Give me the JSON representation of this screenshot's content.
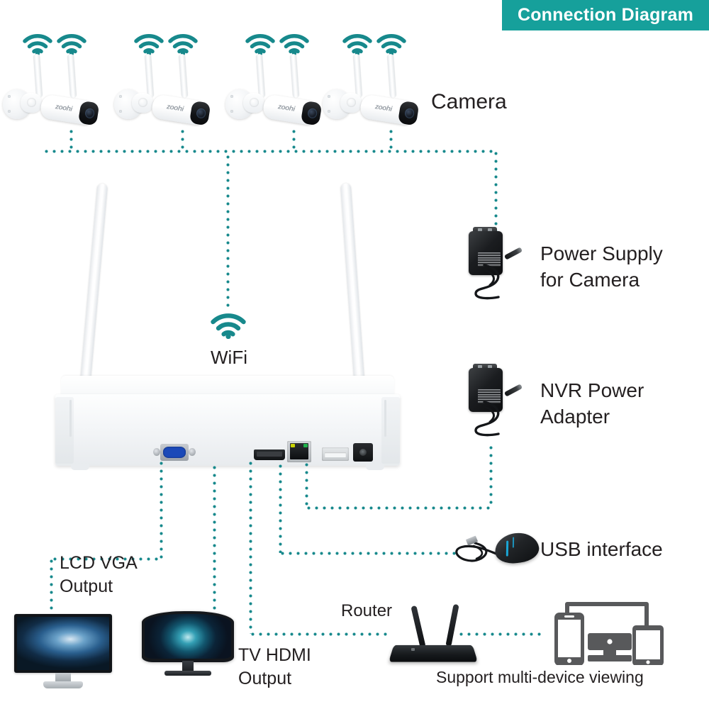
{
  "banner": {
    "title": "Connection Diagram",
    "background_color": "#16a09b",
    "text_color": "#ffffff"
  },
  "theme": {
    "accent_teal": "#17898c",
    "connector_color": "#17898c",
    "text_color": "#231f20",
    "page_background": "#ffffff"
  },
  "labels": {
    "camera": "Camera",
    "power_supply_camera": "Power Supply\nfor Camera",
    "nvr_power_adapter": "NVR Power\nAdapter",
    "usb_interface": "USB interface",
    "wifi": "WiFi",
    "lcd_vga_output": "LCD VGA\nOutput",
    "tv_hdmi_output": "TV HDMI\nOutput",
    "router": "Router",
    "multi_device": "Support multi-device viewing"
  },
  "cameras": [
    {
      "brand": "zoohi",
      "antenna_count": 2,
      "wifi_icon": "wifi-icon"
    },
    {
      "brand": "zoohi",
      "antenna_count": 2,
      "wifi_icon": "wifi-icon"
    },
    {
      "brand": "zoohi",
      "antenna_count": 2,
      "wifi_icon": "wifi-icon"
    },
    {
      "brand": "zoohi",
      "antenna_count": 2,
      "wifi_icon": "wifi-icon"
    }
  ],
  "nvr": {
    "antenna_count": 2,
    "ports": [
      {
        "name": "vga-port",
        "type": "VGA",
        "connects_to": "LCD VGA Output"
      },
      {
        "name": "hdmi-port",
        "type": "HDMI",
        "connects_to": "TV HDMI Output"
      },
      {
        "name": "ethernet-port",
        "type": "RJ45",
        "connects_to": "Router"
      },
      {
        "name": "usb-port",
        "type": "USB",
        "connects_to": "USB interface"
      },
      {
        "name": "dc-power-port",
        "type": "DC Power",
        "connects_to": "NVR Power Adapter"
      }
    ]
  },
  "devices": {
    "lcd_monitor": "lcd-monitor",
    "curved_tv": "curved-tv",
    "router": "router-device",
    "mouse": "usb-mouse",
    "multi_device_icons": [
      "smartphone-icon",
      "desktop-monitor-icon",
      "tablet-icon"
    ]
  },
  "icons": {
    "wifi": "wifi-icon",
    "camera": "bullet-camera-icon",
    "power_adapter": "power-adapter-icon"
  }
}
